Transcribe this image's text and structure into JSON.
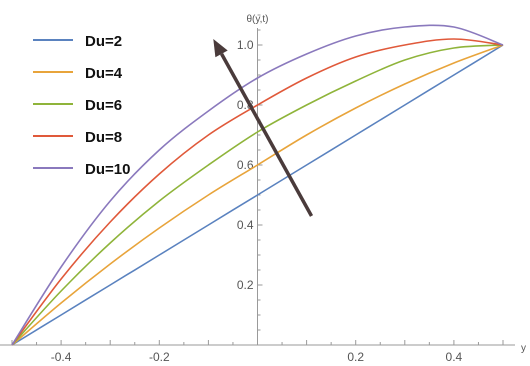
{
  "chart_data": {
    "type": "line",
    "xlabel": "y",
    "ylabel": "θ(y,t)",
    "xlim": [
      -0.5,
      0.5
    ],
    "ylim": [
      0,
      1.1
    ],
    "x_ticks": [
      "-0.4",
      "-0.2",
      "0.2",
      "0.4"
    ],
    "y_ticks": [
      "0.2",
      "0.4",
      "0.6",
      "0.8",
      "1.0"
    ],
    "grid": false,
    "legend_position": "top-left",
    "x": [
      -0.5,
      -0.4,
      -0.3,
      -0.2,
      -0.1,
      0.0,
      0.1,
      0.2,
      0.3,
      0.4,
      0.5
    ],
    "series": [
      {
        "name": "Du=2",
        "color": "#5a82bf",
        "values": [
          0.0,
          0.1,
          0.2,
          0.3,
          0.4,
          0.5,
          0.6,
          0.7,
          0.8,
          0.9,
          1.0
        ]
      },
      {
        "name": "Du=4",
        "color": "#e8a43b",
        "values": [
          0.0,
          0.14,
          0.27,
          0.39,
          0.5,
          0.6,
          0.7,
          0.79,
          0.87,
          0.94,
          1.0
        ]
      },
      {
        "name": "Du=6",
        "color": "#8fb43a",
        "values": [
          0.0,
          0.18,
          0.34,
          0.48,
          0.6,
          0.71,
          0.8,
          0.88,
          0.95,
          0.99,
          1.0
        ]
      },
      {
        "name": "Du=8",
        "color": "#e0593a",
        "values": [
          0.0,
          0.22,
          0.41,
          0.57,
          0.7,
          0.8,
          0.89,
          0.96,
          1.0,
          1.02,
          1.0
        ]
      },
      {
        "name": "Du=10",
        "color": "#8a79bd",
        "values": [
          0.0,
          0.26,
          0.48,
          0.65,
          0.78,
          0.89,
          0.97,
          1.03,
          1.06,
          1.06,
          1.0
        ]
      }
    ],
    "arrow": {
      "from": [
        0.11,
        0.43
      ],
      "to": [
        -0.09,
        1.02
      ],
      "color": "#4a3b3b"
    }
  }
}
